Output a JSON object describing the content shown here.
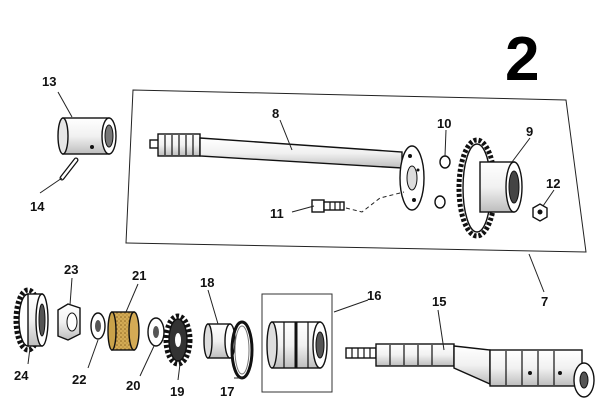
{
  "page_number": "2",
  "callouts": {
    "c7": "7",
    "c8": "8",
    "c9": "9",
    "c10": "10",
    "c11": "11",
    "c12": "12",
    "c13": "13",
    "c14": "14",
    "c15": "15",
    "c16": "16",
    "c17": "17",
    "c18": "18",
    "c19": "19",
    "c20": "20",
    "c21": "21",
    "c22": "22",
    "c23": "23",
    "c24": "24"
  },
  "colors": {
    "line": "#111111",
    "background": "#ffffff",
    "bronze": "#c9a24a"
  }
}
